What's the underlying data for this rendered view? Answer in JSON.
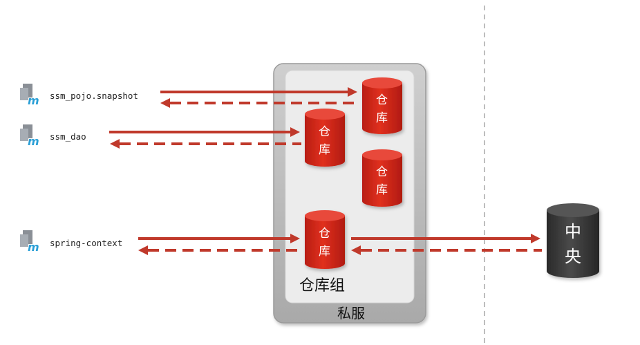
{
  "modules": [
    {
      "icon": "maven-module-icon",
      "name": "ssm_pojo.snapshot"
    },
    {
      "icon": "maven-module-icon",
      "name": "ssm_dao"
    },
    {
      "icon": "maven-module-icon",
      "name": "spring-context"
    }
  ],
  "repo_label_top": "仓",
  "repo_label_bottom": "库",
  "group_label": "仓库组",
  "private_server_label": "私服",
  "central_label_top": "中",
  "central_label_bottom": "央",
  "colors": {
    "arrow_red": "#c0392b",
    "cylinder_red": "#d42a1c",
    "cylinder_dark": "#3a3a3a",
    "server_frame": "#b9b9b9",
    "group_panel": "#ececec",
    "divider": "#bdbdbd",
    "icon_blue": "#2a9fd6",
    "icon_gray": "#8a8f96"
  }
}
